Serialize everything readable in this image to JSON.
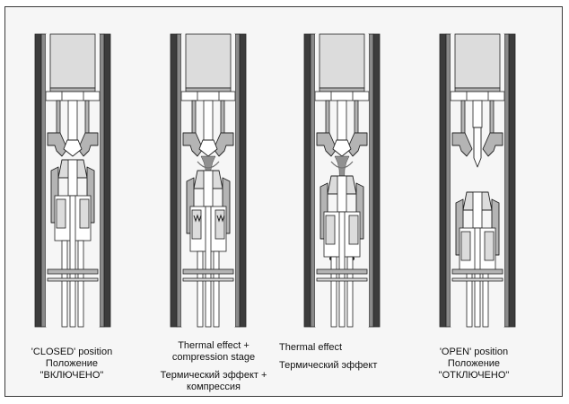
{
  "panels": [
    {
      "state": "closed",
      "caption_en": "'CLOSED' position",
      "caption_ru_1": "Положение",
      "caption_ru_2": "\"ВКЛЮЧЕНО\""
    },
    {
      "state": "thermal-compression",
      "caption_en_1": "Thermal effect +",
      "caption_en_2": "compression stage",
      "caption_ru_1": "Термический эффект +",
      "caption_ru_2": "компрессия"
    },
    {
      "state": "thermal",
      "caption_en": "Thermal effect",
      "caption_ru": "Термический эффект"
    },
    {
      "state": "open",
      "caption_en": "'OPEN' position",
      "caption_ru_1": "Положение",
      "caption_ru_2": "\"ОТКЛЮЧЕНО\""
    }
  ],
  "colors": {
    "outline": "#222222",
    "wall_dark": "#3c3c3c",
    "wall_mid": "#8a8a8a",
    "fill_light": "#dcdcdc",
    "fill_mid": "#b4b4b4",
    "arc": "#909090",
    "background": "#f6f6f6"
  }
}
